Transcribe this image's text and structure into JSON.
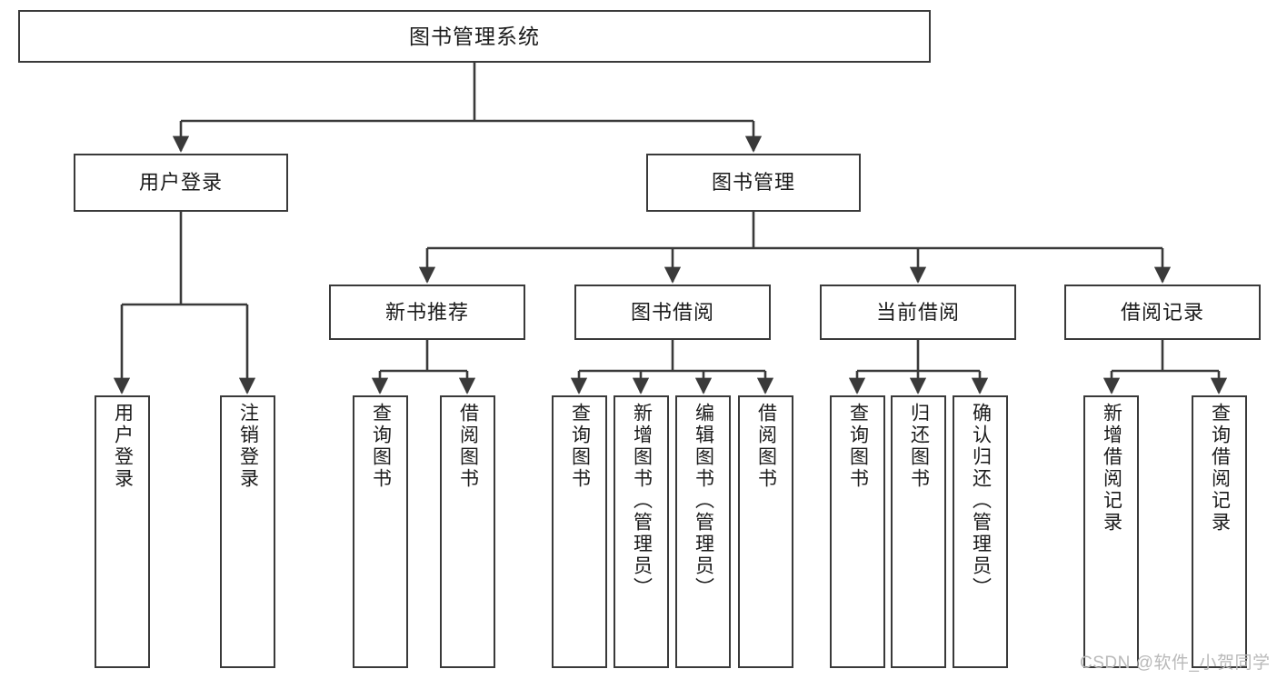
{
  "diagram": {
    "title": "图书管理系统",
    "type": "tree",
    "colors": {
      "stroke": "#3a3a3a",
      "text": "#1b1b1b",
      "background": "#ffffff",
      "watermark": "#b9b9b9"
    },
    "root": {
      "label": "图书管理系统"
    },
    "level2": [
      {
        "label": "用户登录"
      },
      {
        "label": "图书管理"
      }
    ],
    "level3": [
      {
        "label": "新书推荐"
      },
      {
        "label": "图书借阅"
      },
      {
        "label": "当前借阅"
      },
      {
        "label": "借阅记录"
      }
    ],
    "leaves": {
      "user_login": [
        {
          "label": "用户登录"
        },
        {
          "label": "注销登录"
        }
      ],
      "new_book_recommend": [
        {
          "label": "查询图书"
        },
        {
          "label": "借阅图书"
        }
      ],
      "book_borrow": [
        {
          "label": "查询图书"
        },
        {
          "label": "新增图书（管理员）"
        },
        {
          "label": "编辑图书（管理员）"
        },
        {
          "label": "借阅图书"
        }
      ],
      "current_borrow": [
        {
          "label": "查询图书"
        },
        {
          "label": "归还图书"
        },
        {
          "label": "确认归还（管理员）"
        }
      ],
      "borrow_record": [
        {
          "label": "新增借阅记录"
        },
        {
          "label": "查询借阅记录"
        }
      ]
    },
    "watermark": "CSDN @软件_小贺同学"
  }
}
